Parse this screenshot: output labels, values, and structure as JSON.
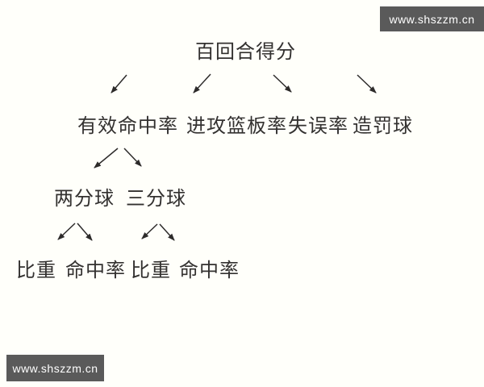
{
  "page": {
    "background_color": "#fffffa",
    "text_color": "#333130",
    "arrow_color": "#2d2b2a"
  },
  "watermark_top_right": {
    "text": "www.shszzm.cn",
    "bg_color": "#5a5a5a",
    "text_color": "#ffffff"
  },
  "watermark_bottom_left": {
    "text": "www.shszzm.cn",
    "bg_color": "#5a5a5a",
    "text_color": "#ffffff"
  },
  "tree": {
    "root": "百回合得分",
    "level2": [
      "有效命中率",
      "进攻篮板率",
      "失误率",
      "造罚球"
    ],
    "level3": [
      "两分球",
      "三分球"
    ],
    "level4": [
      "比重",
      "命中率",
      "比重",
      "命中率"
    ]
  }
}
